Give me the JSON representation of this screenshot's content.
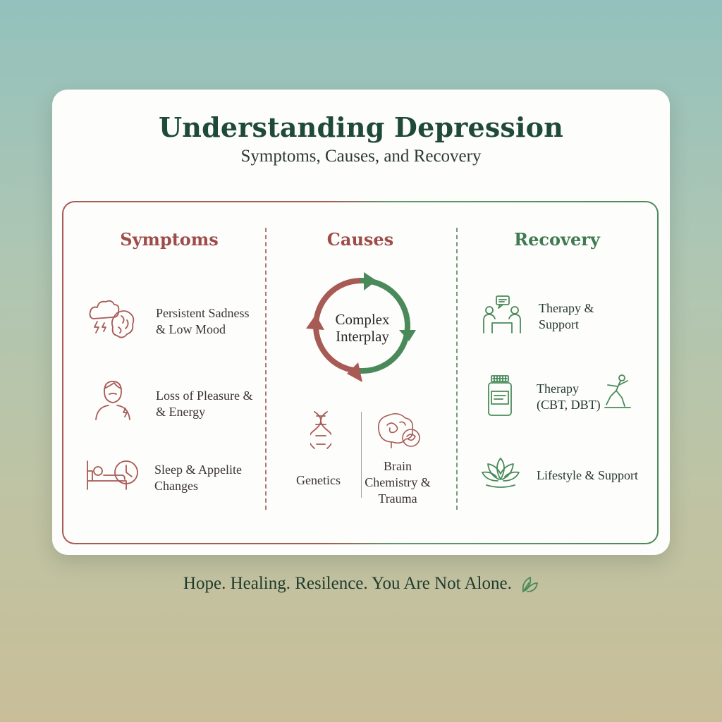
{
  "header": {
    "title": "Understanding Depression",
    "subtitle": "Symptoms, Causes, and Recovery"
  },
  "columns": {
    "symptoms": {
      "heading": "Symptoms",
      "items": [
        {
          "line1": "Persistent Sadness",
          "line2": "& Low Mood",
          "icon": "cloud-brain-icon"
        },
        {
          "line1": "Loss of Pleasure &",
          "line2": "& Energy",
          "icon": "person-icon"
        },
        {
          "line1": "Sleep & Appelite",
          "line2": "Changes",
          "icon": "bed-clock-icon"
        }
      ]
    },
    "causes": {
      "heading": "Causes",
      "cycle_label_1": "Complex",
      "cycle_label_2": "Interplay",
      "genetics": "Genetics",
      "brain_1": "Brain",
      "brain_2": "Chemistry &",
      "brain_3": "Trauma"
    },
    "recovery": {
      "heading": "Recovery",
      "items": [
        {
          "line1": "Therapy &",
          "line2": "Support",
          "icon": "therapy-session-icon"
        },
        {
          "line1": "Therapy",
          "line2": "(CBT, DBT)",
          "icon": "medication-bottle-icon"
        },
        {
          "line1": "Lifestyle & Support",
          "line2": "",
          "icon": "lotus-icon"
        }
      ]
    }
  },
  "footer": {
    "tagline": "Hope. Healing. Resilence. You Are Not Alone."
  },
  "colors": {
    "symptom_red": "#9e4c4a",
    "recovery_green": "#3f7a52",
    "title_green": "#1f4a38"
  }
}
